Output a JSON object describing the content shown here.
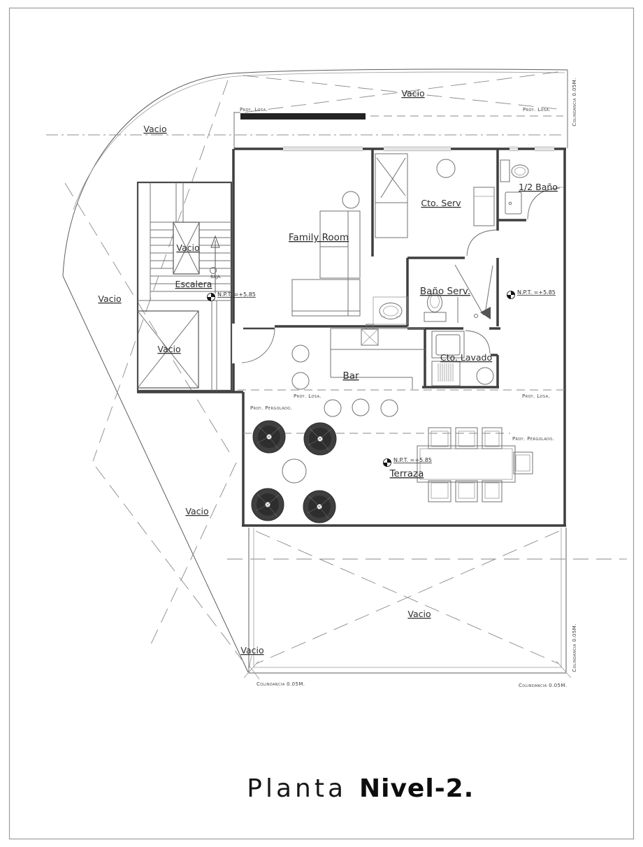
{
  "title": {
    "prefix": "Planta",
    "name": "Nivel-2."
  },
  "labels": {
    "vacio": "Vacio",
    "proy_losa": "Proy. Losa.",
    "proy_pergolado": "Proy. Pergolado.",
    "colindancia": "Colindancia 0.05M.",
    "baja": "BAJA.",
    "npt": "N.P.T. =+5.85",
    "family_room": "Family Room",
    "cto_serv": "Cto. Serv",
    "half_bath": "1/2 Baño",
    "bano_serv": "Baño Serv.",
    "cto_lavado": "Cto. Lavado",
    "bar": "Bar",
    "terraza": "Terraza",
    "escalera": "Escalera"
  }
}
